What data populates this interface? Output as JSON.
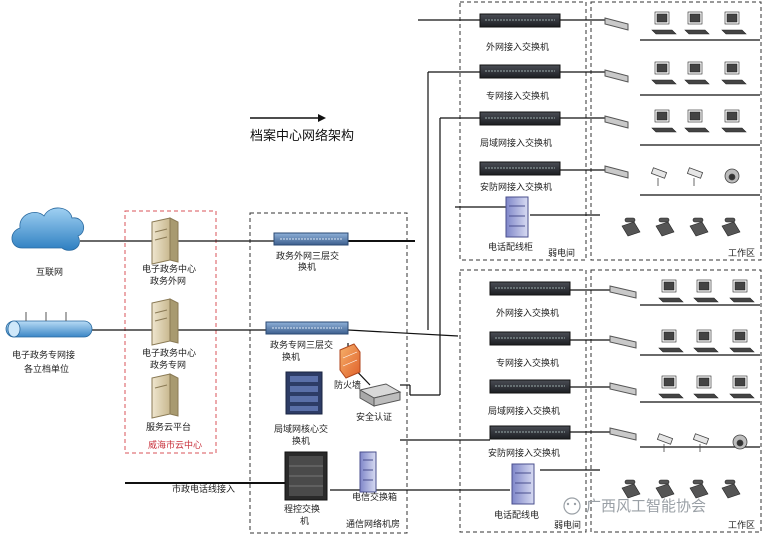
{
  "title": "档案中心网络架构",
  "left": {
    "internet": "互联网",
    "egov_private": "电子政务专网接",
    "egov_private_2": "各立档单位"
  },
  "cloud_center": {
    "label": "威海市云中心",
    "server_outer": [
      "电子政务中心",
      "政务外网"
    ],
    "server_private": [
      "电子政务中心",
      "政务专网"
    ],
    "server_cloud": "服务云平台"
  },
  "core": {
    "outer_l3": [
      "政务外网三层交",
      "换机"
    ],
    "private_l3": [
      "政务专网三层交",
      "换机"
    ],
    "firewall": "防火墙",
    "security": "安全认证",
    "lan_core": [
      "局域网核心交",
      "换机"
    ],
    "pbx": [
      "程控交换",
      "机"
    ],
    "telecom_ex": "电信交换箱",
    "room": "通信网络机房",
    "city_phone": "市政电话线接入"
  },
  "top_room": {
    "switches": [
      "外网接入交换机",
      "专网接入交换机",
      "局域网接入交换机",
      "安防网接入交换机"
    ],
    "phone_cabinet": "电话配线柜",
    "room_label": "弱电间",
    "work_label": "工作区"
  },
  "bottom_room": {
    "switches": [
      "外网接入交换机",
      "专网接入交换机",
      "局域网接入交换机",
      "安防网接入交换机"
    ],
    "phone_cabinet": "电话配线电",
    "room_label": "弱电间",
    "work_label": "工作区"
  },
  "watermark": "广西风工智能协会"
}
